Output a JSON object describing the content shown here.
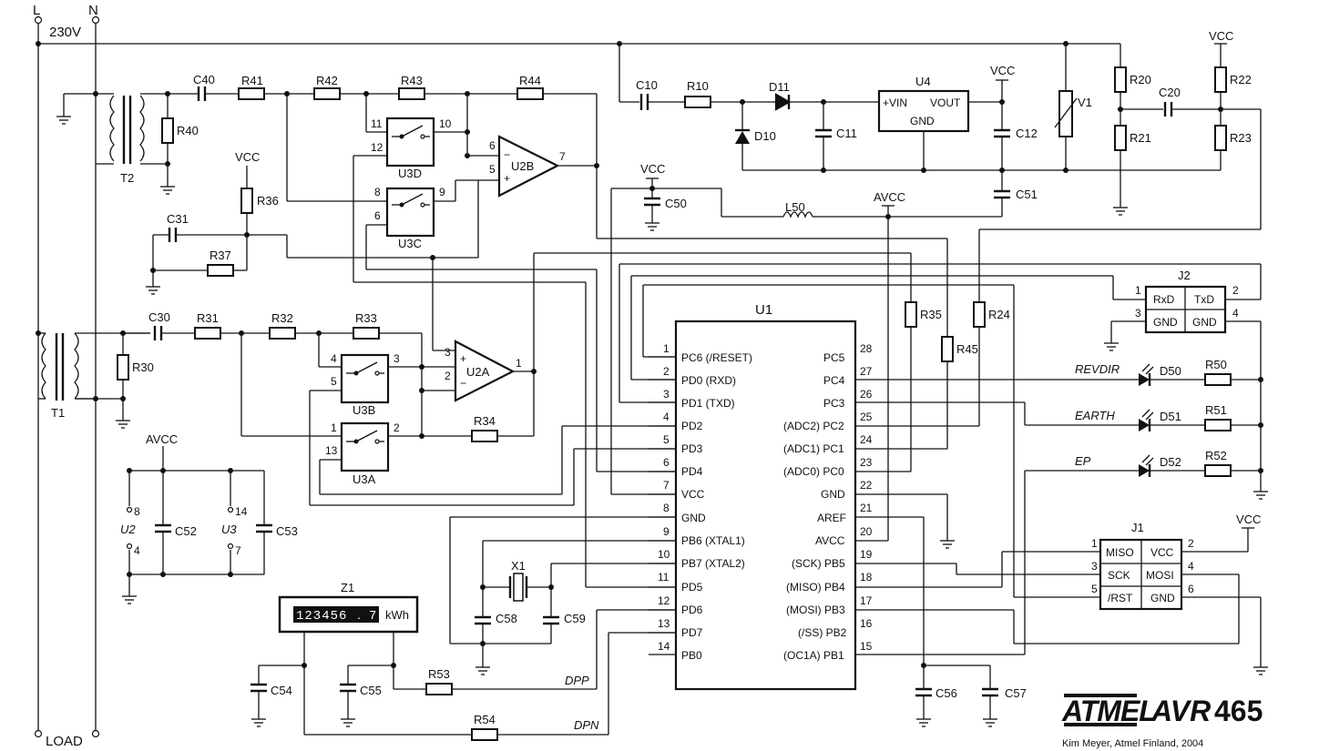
{
  "mains": {
    "line": "L",
    "neutral": "N",
    "voltage": "230V",
    "load": "LOAD"
  },
  "transformers": [
    "T1",
    "T2"
  ],
  "resistors": [
    "R10",
    "R20",
    "R21",
    "R22",
    "R23",
    "R24",
    "R30",
    "R31",
    "R32",
    "R33",
    "R34",
    "R35",
    "R36",
    "R37",
    "R40",
    "R41",
    "R42",
    "R43",
    "R44",
    "R45",
    "R50",
    "R51",
    "R52",
    "R53",
    "R54"
  ],
  "capacitors": [
    "C10",
    "C11",
    "C12",
    "C20",
    "C30",
    "C31",
    "C40",
    "C50",
    "C51",
    "C52",
    "C53",
    "C54",
    "C55",
    "C56",
    "C57",
    "C58",
    "C59"
  ],
  "diodes": [
    "D10",
    "D11",
    "D50",
    "D51",
    "D52"
  ],
  "misc": {
    "inductor": "L50",
    "varistor": "V1",
    "crystal": "X1",
    "counter": "Z1",
    "counter_digits": "123456",
    "counter_decimal": "7",
    "counter_unit": "kWh"
  },
  "power": {
    "vcc": "VCC",
    "avcc": "AVCC"
  },
  "regulator": {
    "name": "U4",
    "vin": "+VIN",
    "vout": "VOUT",
    "gnd": "GND"
  },
  "opamps": [
    "U2A",
    "U2B"
  ],
  "switches": [
    "U3A",
    "U3B",
    "U3C",
    "U3D"
  ],
  "supply_pins": {
    "u2": "U2",
    "u3": "U3",
    "u2_top": "8",
    "u2_bot": "4",
    "u3_top": "14",
    "u3_bot": "7"
  },
  "mcu": {
    "name": "U1",
    "left_pins": [
      {
        "num": "1",
        "name": "PC6 (/RESET)"
      },
      {
        "num": "2",
        "name": "PD0 (RXD)"
      },
      {
        "num": "3",
        "name": "PD1 (TXD)"
      },
      {
        "num": "4",
        "name": "PD2"
      },
      {
        "num": "5",
        "name": "PD3"
      },
      {
        "num": "6",
        "name": "PD4"
      },
      {
        "num": "7",
        "name": "VCC"
      },
      {
        "num": "8",
        "name": "GND"
      },
      {
        "num": "9",
        "name": "PB6 (XTAL1)"
      },
      {
        "num": "10",
        "name": "PB7 (XTAL2)"
      },
      {
        "num": "11",
        "name": "PD5"
      },
      {
        "num": "12",
        "name": "PD6"
      },
      {
        "num": "13",
        "name": "PD7"
      },
      {
        "num": "14",
        "name": "PB0"
      }
    ],
    "right_pins": [
      {
        "num": "28",
        "name": "PC5"
      },
      {
        "num": "27",
        "name": "PC4"
      },
      {
        "num": "26",
        "name": "PC3"
      },
      {
        "num": "25",
        "name": "(ADC2) PC2"
      },
      {
        "num": "24",
        "name": "(ADC1) PC1"
      },
      {
        "num": "23",
        "name": "(ADC0) PC0"
      },
      {
        "num": "22",
        "name": "GND"
      },
      {
        "num": "21",
        "name": "AREF"
      },
      {
        "num": "20",
        "name": "AVCC"
      },
      {
        "num": "19",
        "name": "(SCK) PB5"
      },
      {
        "num": "18",
        "name": "(MISO) PB4"
      },
      {
        "num": "17",
        "name": "(MOSI) PB3"
      },
      {
        "num": "16",
        "name": "(/SS) PB2"
      },
      {
        "num": "15",
        "name": "(OC1A) PB1"
      }
    ]
  },
  "j2": {
    "name": "J2",
    "cells": [
      "RxD",
      "TxD",
      "GND",
      "GND"
    ],
    "pins": [
      "1",
      "2",
      "3",
      "4"
    ]
  },
  "j1": {
    "name": "J1",
    "cells": [
      "MISO",
      "VCC",
      "SCK",
      "MOSI",
      "/RST",
      "GND"
    ],
    "pins": [
      "1",
      "2",
      "3",
      "4",
      "5",
      "6"
    ]
  },
  "signals": {
    "revdir": "REVDIR",
    "earth": "EARTH",
    "ep": "EP",
    "dpp": "DPP",
    "dpn": "DPN"
  },
  "branding": {
    "atmel": "ATMEL",
    "part": "AVR",
    "note": "465",
    "credit": "Kim Meyer, Atmel Finland, 2004"
  }
}
